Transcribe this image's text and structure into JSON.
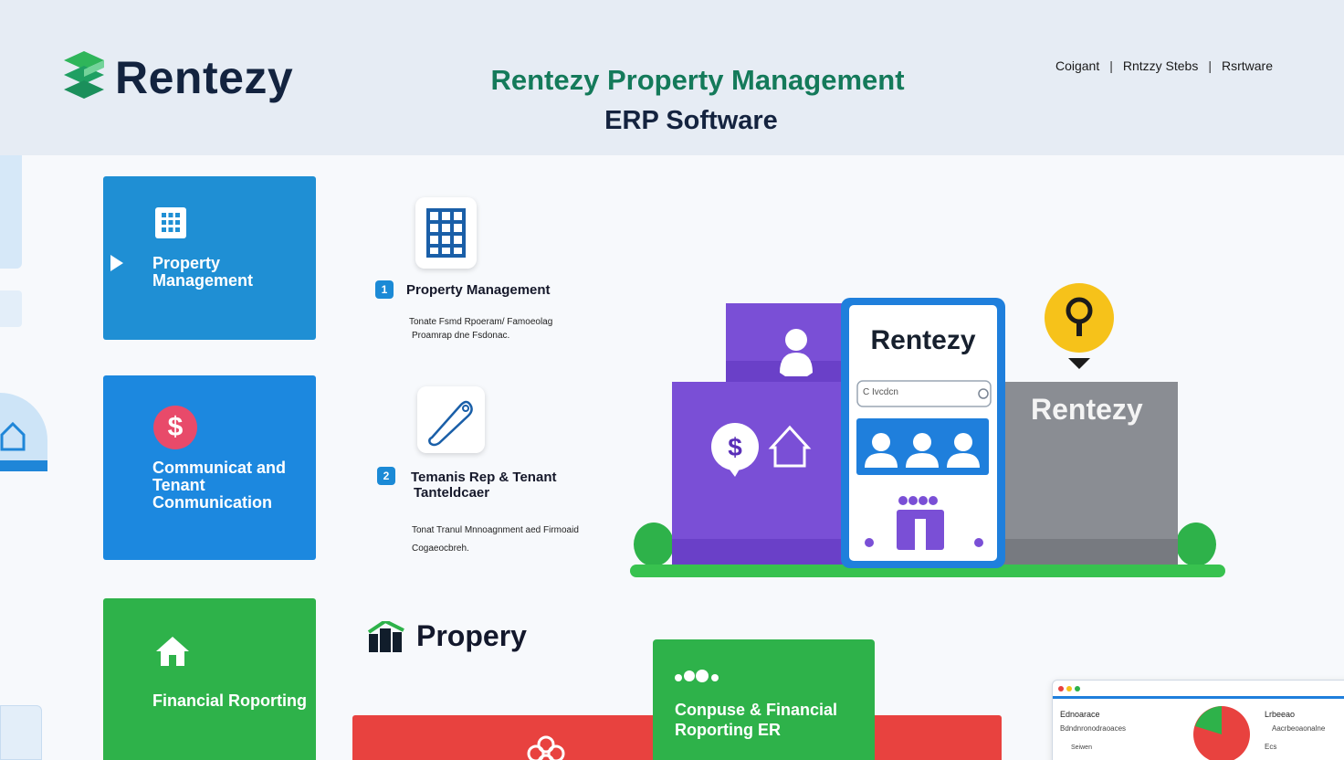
{
  "brand": {
    "name": "Rentezy",
    "title_line1": "Rentezy Property Management",
    "title_line2": "ERP Software"
  },
  "top_nav": {
    "items": [
      "Coigant",
      "Rntzzy Stebs",
      "Rsrtware"
    ]
  },
  "cards": [
    {
      "label": "Property Management",
      "icon": "building-grid-icon",
      "color": "#1f8fd4"
    },
    {
      "label": "Communicat and Tenant Conmunication",
      "icon": "dollar-icon",
      "color": "#1c88df"
    },
    {
      "label": "Financial Roporting",
      "icon": "house-icon",
      "color": "#2eb24a"
    }
  ],
  "features": [
    {
      "number": "1",
      "title": "Property Management",
      "desc_line1": "Tonate Fsmd Rpoeram/ Famoeolag",
      "desc_line2": "Proamrap dne Fsdonac.",
      "icon": "building-icon"
    },
    {
      "number": "2",
      "title_line1": "Temanis Rep & Tenant",
      "title_line2": "Tanteldcaer",
      "desc_line1": "Tonat Tranul Mnnoagnment aed Firmoaid",
      "desc_line2": "Cogaeocbreh.",
      "icon": "tag-icon"
    }
  ],
  "illustration": {
    "phone_title": "Rentezy",
    "search_placeholder": "C Ivcdcn",
    "gray_panel_label": "Rentezy"
  },
  "bottom": {
    "propery_label": "Propery",
    "green_card_label": "Conpuse & Financial Roporting ER",
    "mini_window": {
      "left_label": "Ednoarace",
      "left_sub": "Bdndnronodraoaces",
      "left_item": "Seiwen",
      "right_label": "Lrbeeao",
      "right_sub": "Aacrbeoaonalne",
      "right_item": "Ecs"
    }
  },
  "colors": {
    "header_bg": "#e6ecf4",
    "primary_blue": "#1f8fd4",
    "green": "#2eb24a",
    "purple": "#7a4fd6",
    "red": "#e8423f",
    "title_green": "#147a5a"
  }
}
